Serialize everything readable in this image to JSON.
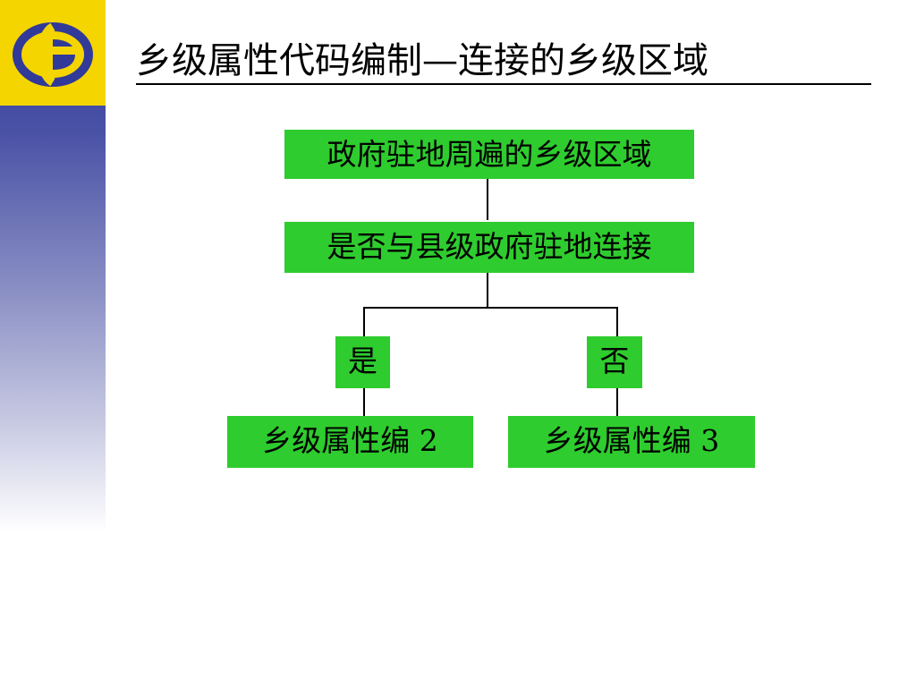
{
  "slide": {
    "title": "乡级属性代码编制—连接的乡级区域"
  },
  "logo": {
    "icon": "statistics-bureau-logo-icon",
    "colors": {
      "background": "#f5d500",
      "mark": "#313a98"
    }
  },
  "sidebar": {
    "gradient_top": "#313a98",
    "gradient_bottom": "#ffffff"
  },
  "diagram": {
    "box_color": "#2ecc2e",
    "nodes": {
      "root": "政府驻地周遍的乡级区域",
      "question": "是否与县级政府驻地连接",
      "yes": "是",
      "no": "否",
      "yes_result": "乡级属性编  2",
      "no_result": "乡级属性编  3"
    }
  }
}
